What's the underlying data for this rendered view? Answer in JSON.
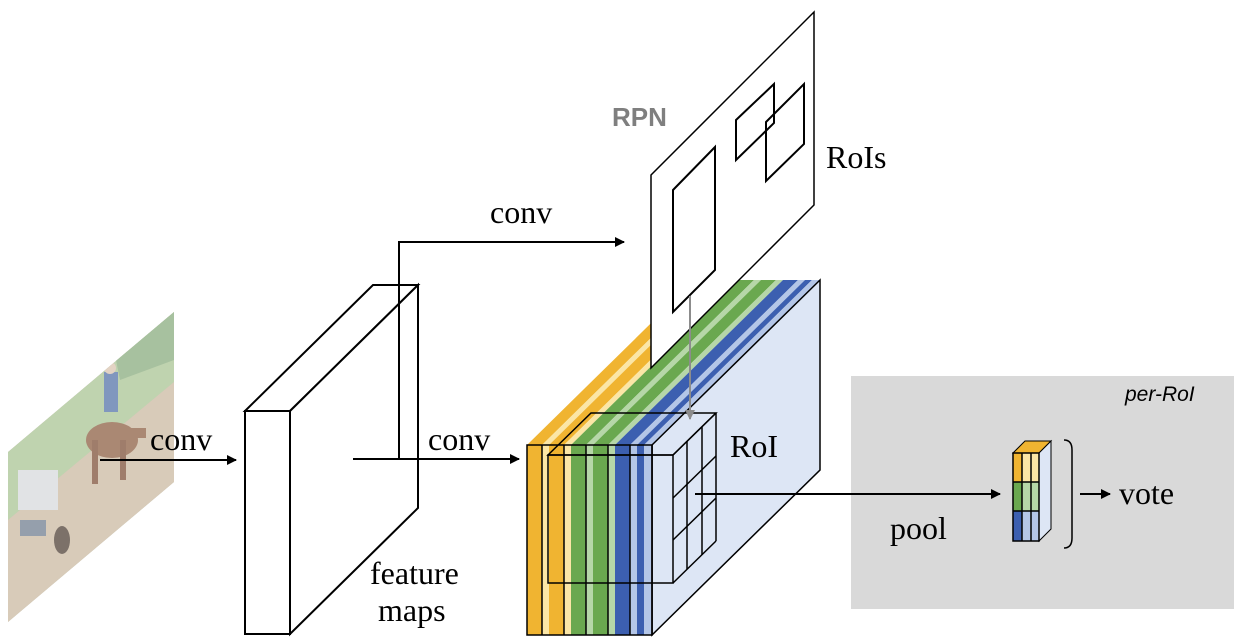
{
  "labels": {
    "conv_input": "conv",
    "conv_rpn": "conv",
    "conv_main": "conv",
    "rpn": "RPN",
    "rois": "RoIs",
    "roi": "RoI",
    "feature": "feature",
    "maps": "maps",
    "pool": "pool",
    "vote": "vote",
    "per_roi": "per-RoI"
  },
  "colors": {
    "panel": "#d9d9d9",
    "orange": "#f0b431",
    "pale_yellow": "#fbe6a6",
    "green": "#6aa84f",
    "pale_green": "#b6d7a8",
    "blue": "#3c5fb0",
    "pale_blue": "#b4c6e7",
    "map_face": "#dde6f5",
    "arrow_gray": "#8c8c8c"
  }
}
